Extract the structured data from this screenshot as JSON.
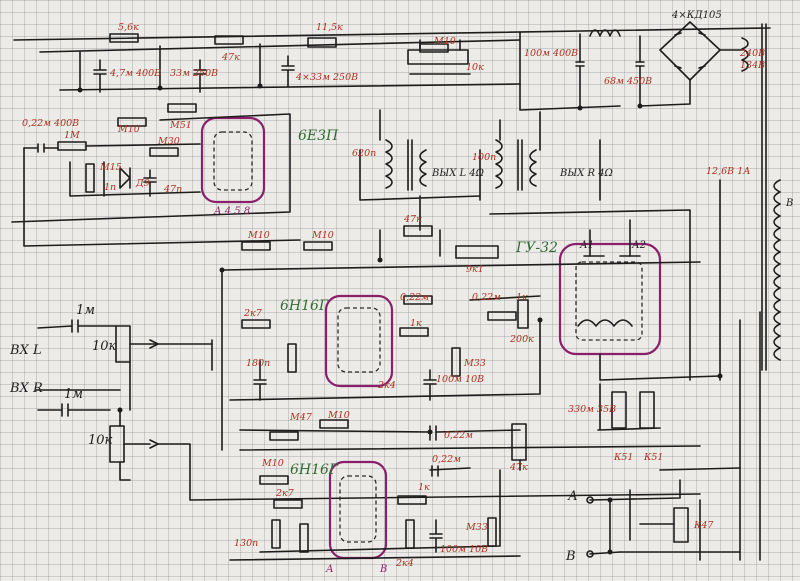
{
  "labels": {
    "rect": "4×КД105",
    "c_filter1": "100м 400В",
    "c_filter2": "68м 450В",
    "tr_240": "240В",
    "tr_134": "134В",
    "r_11_5k": "11,5к",
    "c_4x33": "4×33м 250В",
    "r_5_6k": "5,6к",
    "c_4_7m": "4,7м 400В",
    "c_33m": "33м 250В",
    "r_47k_top": "47к",
    "r_m10_top": "М10",
    "r_10k_top": "10к",
    "r_m10_a": "М10",
    "r_m51": "М51",
    "tube_6e3p": "6Е3П",
    "c_022_in": "0,22м 400В",
    "r_1m_in": "1М",
    "r_m15": "М15",
    "r_m30": "М30",
    "diode_d9": "Д9",
    "c_1n": "1п",
    "c_47p": "47п",
    "pins_6e3p": "А 4 5 8",
    "c_620p": "620п",
    "c_100p": "100п",
    "out_left": "ВЫХ L 4Ω",
    "out_right": "ВЫХ R 4Ω",
    "r_47k_mid": "47к",
    "r_m10_mid1": "М10",
    "r_m10_mid2": "М10",
    "r_9k1": "9к1",
    "tube_gu32": "ГУ-32",
    "gu32_a1": "А1",
    "gu32_a2": "А2",
    "lamp_126": "12,6В 1А",
    "tube_6n16g_top": "6Н16Г",
    "r_2k7_top": "2к7",
    "c_180p": "180п",
    "r_0_22m_a": "0,22м",
    "r_0_22m_b": "0,22м",
    "r_1k_a": "1к",
    "r_1k_b": "1к",
    "r_200k": "200к",
    "r_m33": "М33",
    "c_100m_10v_top": "100м 10В",
    "r_2k4_top": "2к4",
    "in_left": "ВХ L",
    "in_right": "ВХ R",
    "c_1m_l": "1м",
    "c_1m_r": "1м",
    "pot_10k_l": "10к",
    "pot_10k_r": "10к",
    "c_330m": "330м 35В",
    "r_k51_a": "К51",
    "r_k51_b": "К51",
    "r_m47_a": "М47",
    "r_m10_bot": "М10",
    "c_0_22m_mid": "0,22м",
    "pot_47k": "47к",
    "tube_6n16g_bot": "6Н16Г",
    "r_m10_bot2": "М10",
    "r_2k7_bot": "2к7",
    "c_0_22m_bot": "0,22м",
    "r_1k_bot": "1к",
    "c_130p": "130п",
    "r_2k4_bot": "2к4",
    "c_100m_10v_bot": "100м 10В",
    "r_m33_bot": "М33",
    "pin_a": "А",
    "pin_v": "В",
    "pot_k47": "К47",
    "pins_bot_a": "А",
    "pins_bot_v": "В",
    "tr_b": "В"
  }
}
